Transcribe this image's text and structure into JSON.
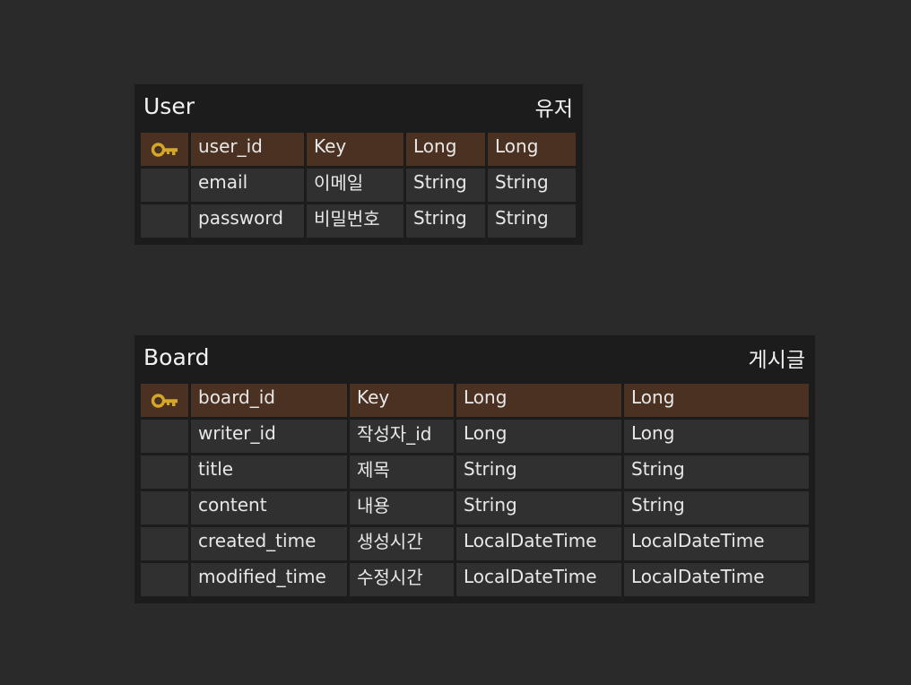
{
  "colors": {
    "background": "#2a2a2a",
    "entity_background": "#1c1c1c",
    "cell": "#303030",
    "primary_key_row": "#4b3121",
    "key_icon": "#d4a62a"
  },
  "entities": [
    {
      "name": "User",
      "alias": "유저",
      "columns": [
        {
          "primary_key": true,
          "icon": "key-icon",
          "name": "user_id",
          "comment": "Key",
          "logical_type": "Long",
          "physical_type": "Long"
        },
        {
          "primary_key": false,
          "icon": "",
          "name": "email",
          "comment": "이메일",
          "logical_type": "String",
          "physical_type": "String"
        },
        {
          "primary_key": false,
          "icon": "",
          "name": "password",
          "comment": "비밀번호",
          "logical_type": "String",
          "physical_type": "String"
        }
      ]
    },
    {
      "name": "Board",
      "alias": "게시글",
      "columns": [
        {
          "primary_key": true,
          "icon": "key-icon",
          "name": "board_id",
          "comment": "Key",
          "logical_type": "Long",
          "physical_type": "Long"
        },
        {
          "primary_key": false,
          "icon": "",
          "name": "writer_id",
          "comment": "작성자_id",
          "logical_type": "Long",
          "physical_type": "Long"
        },
        {
          "primary_key": false,
          "icon": "",
          "name": "title",
          "comment": "제목",
          "logical_type": "String",
          "physical_type": "String"
        },
        {
          "primary_key": false,
          "icon": "",
          "name": "content",
          "comment": "내용",
          "logical_type": "String",
          "physical_type": "String"
        },
        {
          "primary_key": false,
          "icon": "",
          "name": "created_time",
          "comment": "생성시간",
          "logical_type": "LocalDateTime",
          "physical_type": "LocalDateTime"
        },
        {
          "primary_key": false,
          "icon": "",
          "name": "modified_time",
          "comment": "수정시간",
          "logical_type": "LocalDateTime",
          "physical_type": "LocalDateTime"
        }
      ]
    }
  ]
}
